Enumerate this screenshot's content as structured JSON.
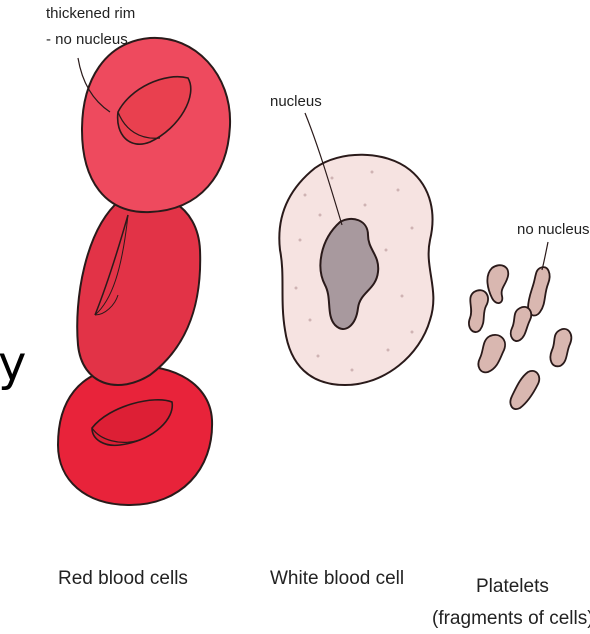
{
  "annotations": {
    "rbc_rim_line1": "thickened rim",
    "rbc_rim_line2": "- no nucleus",
    "wbc_nucleus": "nucleus",
    "platelet_no_nucleus": "no nucleus"
  },
  "captions": {
    "red_blood_cells": "Red blood cells",
    "white_blood_cell": "White blood cell",
    "platelets_line1": "Platelets",
    "platelets_line2": "(fragments of cells)"
  },
  "stray_glyph": "y",
  "colors": {
    "rbc_top": "#ee4a5e",
    "rbc_middle": "#e23347",
    "rbc_bottom": "#e8233a",
    "wbc_cytoplasm": "#f6e3e1",
    "wbc_nucleus": "#a8999e",
    "platelet": "#d9b7b0",
    "outline": "#2a1a1a"
  }
}
